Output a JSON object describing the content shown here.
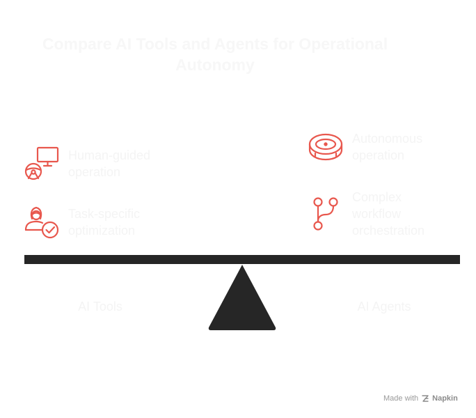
{
  "title": "Compare AI Tools and Agents for Operational\nAutonomy",
  "left": {
    "label": "AI Tools",
    "items": [
      {
        "label": "Human-guided\noperation",
        "icon": "steering-wheel-monitor-icon"
      },
      {
        "label": "Task-specific\noptimization",
        "icon": "user-check-icon"
      }
    ]
  },
  "right": {
    "label": "AI Agents",
    "items": [
      {
        "label": "Autonomous\noperation",
        "icon": "robot-vacuum-icon"
      },
      {
        "label": "Complex\nworkflow\norchestration",
        "icon": "git-branch-icon"
      }
    ]
  },
  "footer": {
    "made_with": "Made with",
    "brand": "Napkin"
  },
  "colors": {
    "icon": "#e8574d",
    "beam": "#262626",
    "faded_text": "#f4f4f4"
  }
}
